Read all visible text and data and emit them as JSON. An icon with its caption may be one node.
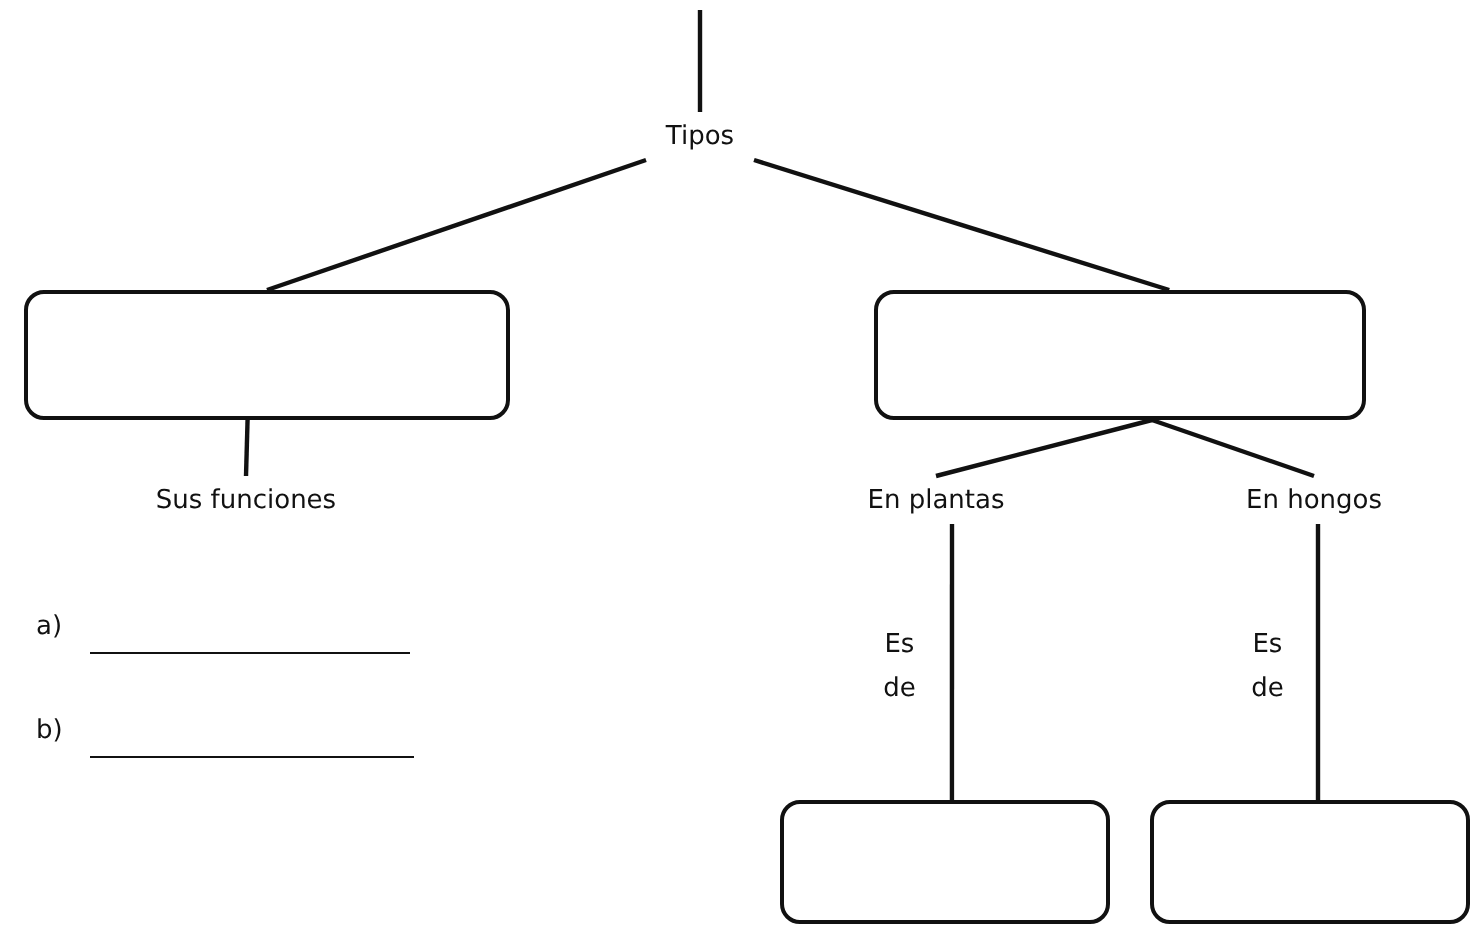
{
  "diagram": {
    "nodes": [
      {
        "text": [
          "Tipos"
        ]
      },
      {
        "text": [],
        "shape": "box"
      },
      {
        "text": [],
        "shape": "box"
      },
      {
        "text": [
          "Sus funciones"
        ]
      },
      {
        "text": [
          "En plantas"
        ]
      },
      {
        "text": [
          "En hongos"
        ]
      },
      {
        "text": [],
        "shape": "box"
      },
      {
        "text": [],
        "shape": "box"
      }
    ],
    "edges": [
      {
        "from": null,
        "to": 0,
        "arrow": "none"
      },
      {
        "from": 0,
        "to": 1,
        "arrow": "none"
      },
      {
        "from": 0,
        "to": 2,
        "arrow": "none"
      },
      {
        "from": 1,
        "to": 3,
        "arrow": "none"
      },
      {
        "from": 2,
        "to": 4,
        "arrow": "none"
      },
      {
        "from": 2,
        "to": 5,
        "arrow": "none"
      },
      {
        "from": 4,
        "to": 6,
        "arrow": "none",
        "label": "Es de"
      },
      {
        "from": 5,
        "to": 7,
        "arrow": "none",
        "label": "Es de"
      }
    ],
    "labels": [
      "a)",
      "b)"
    ]
  }
}
